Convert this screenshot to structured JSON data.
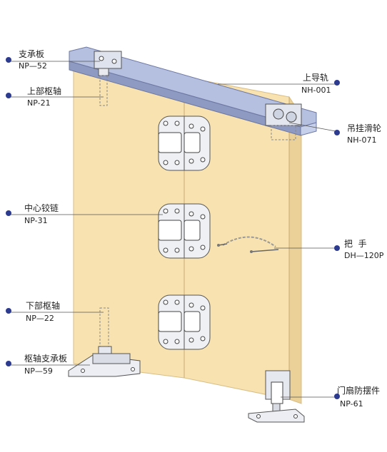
{
  "parts": [
    {
      "name": "支承板",
      "code": "NP—52"
    },
    {
      "name": "上部枢轴",
      "code": "NP-21"
    },
    {
      "name": "中心铰链",
      "code": "NP-31"
    },
    {
      "name": "下部枢轴",
      "code": "NP—22"
    },
    {
      "name": "枢轴支承板",
      "code": "NP—59"
    },
    {
      "name": "上导轨",
      "code": "NH-001"
    },
    {
      "name": "吊挂滑轮",
      "code": "NH-071"
    },
    {
      "name": "把  手",
      "code": "DH—120P"
    },
    {
      "name": "门扇防摆件",
      "code": "NP-61"
    }
  ],
  "colors": {
    "door_face": "#f8e3b0",
    "door_edge": "#e9cd92",
    "rail": "#a9b4d6",
    "rail_dark": "#8a95bd",
    "marker": "#2c3a8f"
  }
}
